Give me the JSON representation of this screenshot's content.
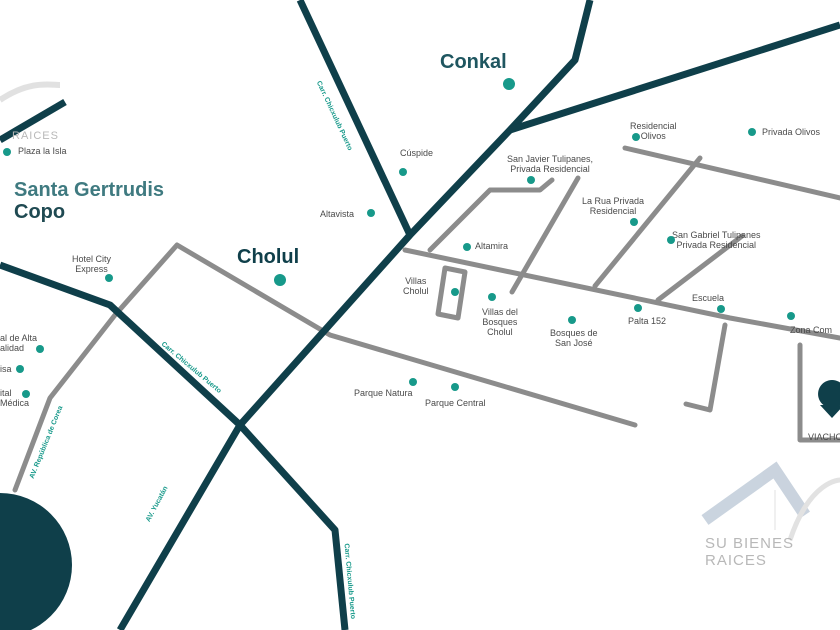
{
  "towns": {
    "conkal": "Conkal",
    "santa_gertrudis": "Santa Gertrudis",
    "copo": "Copo",
    "cholul": "Cholul"
  },
  "places": {
    "plaza_la_isla": "Plaza la Isla",
    "cuspide": "Cúspide",
    "altavista": "Altavista",
    "hotel_city_express": [
      "Hotel City",
      "Express"
    ],
    "residencial_olivos": [
      "Residencial",
      "Olivos"
    ],
    "privada_olivos": "Privada Olivos",
    "san_javier": [
      "San Javier Tulipanes,",
      "Privada Residencial"
    ],
    "la_rua": [
      "La Rua Privada",
      "Residencial"
    ],
    "san_gabriel": [
      "San Gabriel Tulipanes",
      "Privada Residencial"
    ],
    "altamira": "Altamira",
    "villas_cholul": [
      "Villas",
      "Cholul"
    ],
    "villas_bosques": [
      "Villas del",
      "Bosques",
      "Cholul"
    ],
    "bosques_san_jose": [
      "Bosques de",
      "San José"
    ],
    "palta": "Palta 152",
    "escuela": "Escuela",
    "zona_comercial": "Zona Com",
    "parque_natura": "Parque Natura",
    "parque_central": "Parque Central",
    "hospital_alta": [
      "al de Alta",
      "alidad"
    ],
    "isa": "isa",
    "hospital_medica": [
      "ital",
      "Médica"
    ],
    "viacho": "VIACHO"
  },
  "roads": {
    "chicxulub_north": "Carr. Chicxulub Puerto",
    "chicxulub_mid": "Carr. Chicxulub Puerto",
    "chicxulub_south": "Carr. Chicxulub Puerto",
    "republica_corea": "AV. República de Corea",
    "yucatan": "AV. Yucatán"
  },
  "watermark": {
    "brand": "SU BIENES RAICES",
    "brand_top": "RAICES"
  },
  "colors": {
    "main_road": "#0f3f4a",
    "secondary_road": "#8c8c8c",
    "poi": "#17998a"
  }
}
